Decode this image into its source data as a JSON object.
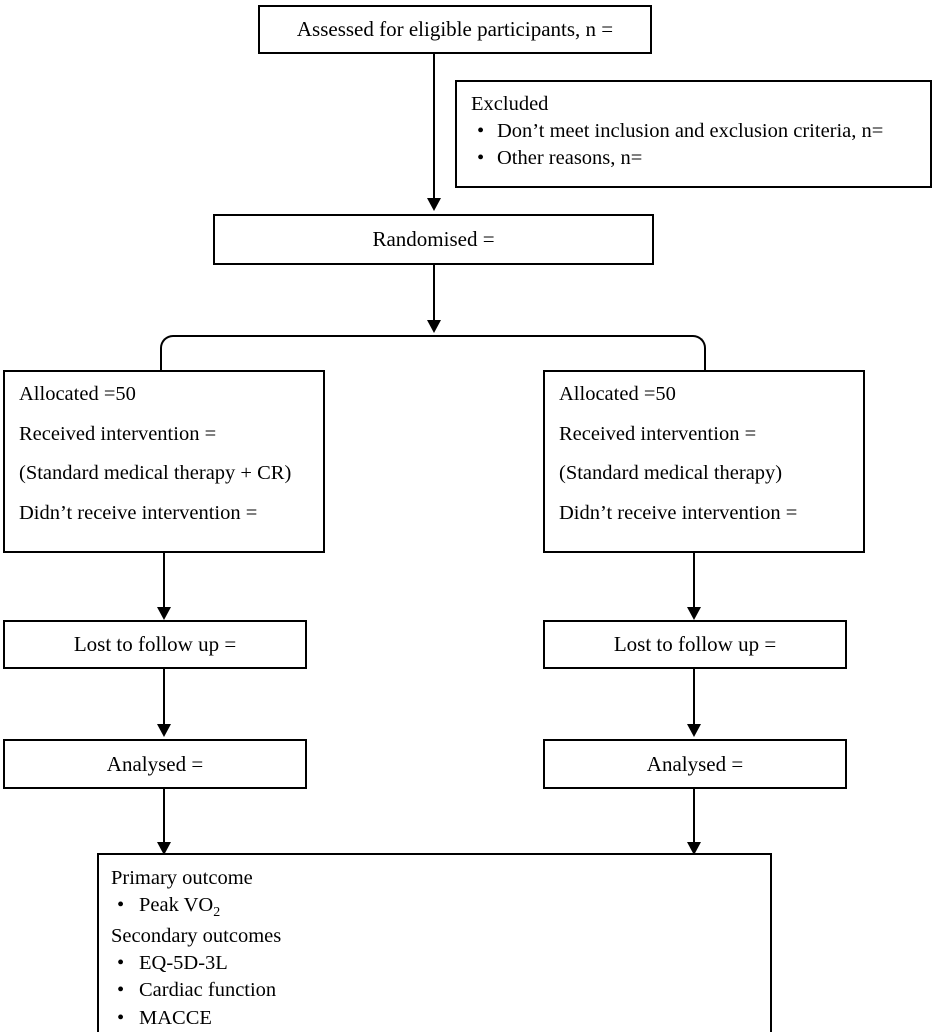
{
  "diagram": {
    "title": "CONSORT participant flow diagram",
    "stroke_color": "#000000",
    "background_color": "#ffffff"
  },
  "nodes": {
    "assessed": {
      "label": "Assessed for  eligible participants, n ="
    },
    "excluded": {
      "heading": "Excluded",
      "items": [
        "Don’t meet inclusion and exclusion criteria, n=",
        "Other reasons, n="
      ]
    },
    "randomised": {
      "label": "Randomised ="
    },
    "allocation_left": {
      "lines": [
        "Allocated =50",
        "Received intervention =",
        "(Standard medical therapy + CR)",
        "Didn’t receive intervention ="
      ]
    },
    "allocation_right": {
      "lines": [
        "Allocated =50",
        "Received intervention =",
        "(Standard medical therapy)",
        "Didn’t receive intervention ="
      ]
    },
    "followup_left": {
      "label": "Lost to follow up ="
    },
    "followup_right": {
      "label": "Lost to follow up ="
    },
    "analysed_left": {
      "label": "Analysed ="
    },
    "analysed_right": {
      "label": "Analysed ="
    },
    "outcomes": {
      "primary_heading": "Primary outcome",
      "primary_items_html": [
        "Peak VO<sub>2</sub>"
      ],
      "primary_items_text": [
        "Peak VO2"
      ],
      "secondary_heading": "Secondary outcomes",
      "secondary_items": [
        "EQ-5D-3L",
        "Cardiac function",
        "MACCE"
      ]
    }
  }
}
